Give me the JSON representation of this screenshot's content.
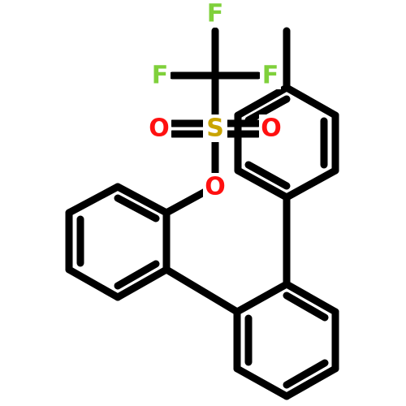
{
  "molecule": {
    "atoms": [
      {
        "id": "F1",
        "symbol": "F",
        "color": "#7fd03b"
      },
      {
        "id": "F2",
        "symbol": "F",
        "color": "#7fd03b"
      },
      {
        "id": "F3",
        "symbol": "F",
        "color": "#7fd03b"
      },
      {
        "id": "S1",
        "symbol": "S",
        "color": "#c9a400"
      },
      {
        "id": "O1",
        "symbol": "O",
        "color": "#ff1010"
      },
      {
        "id": "O2",
        "symbol": "O",
        "color": "#ff1010"
      },
      {
        "id": "O3",
        "symbol": "O",
        "color": "#ff1010"
      }
    ],
    "colors": {
      "bond": "#000000",
      "fluorine": "#7fd03b",
      "sulfur": "#c9a400",
      "oxygen": "#ff1010",
      "background": "#ffffff"
    }
  }
}
